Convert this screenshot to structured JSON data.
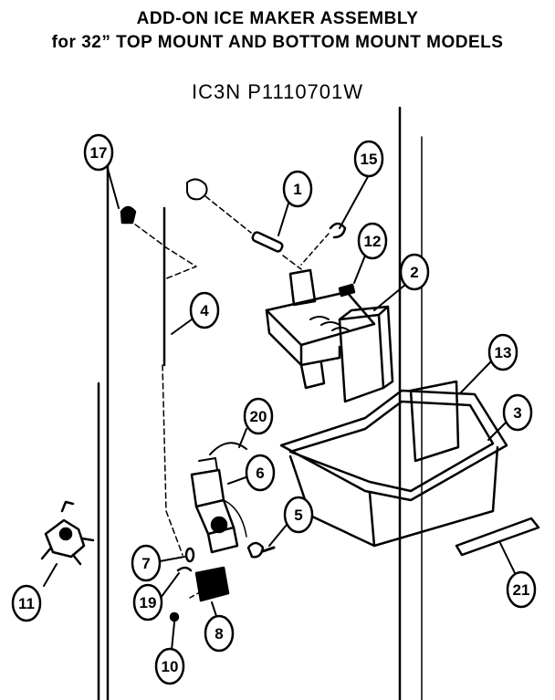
{
  "header": {
    "title_line1": "ADD-ON ICE MAKER ASSEMBLY",
    "title_line2": "for 32” TOP MOUNT AND BOTTOM MOUNT MODELS",
    "model": "IC3N  P1110701W"
  },
  "callouts": [
    {
      "id": "17",
      "label": "17"
    },
    {
      "id": "1",
      "label": "1"
    },
    {
      "id": "15",
      "label": "15"
    },
    {
      "id": "12",
      "label": "12"
    },
    {
      "id": "2",
      "label": "2"
    },
    {
      "id": "4",
      "label": "4"
    },
    {
      "id": "13",
      "label": "13"
    },
    {
      "id": "3",
      "label": "3"
    },
    {
      "id": "20",
      "label": "20"
    },
    {
      "id": "6",
      "label": "6"
    },
    {
      "id": "5",
      "label": "5"
    },
    {
      "id": "7",
      "label": "7"
    },
    {
      "id": "19",
      "label": "19"
    },
    {
      "id": "11",
      "label": "11"
    },
    {
      "id": "8",
      "label": "8"
    },
    {
      "id": "10",
      "label": "10"
    },
    {
      "id": "21",
      "label": "21"
    }
  ]
}
